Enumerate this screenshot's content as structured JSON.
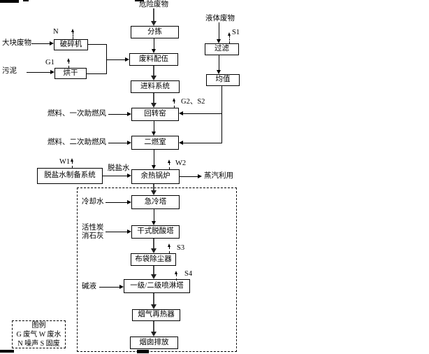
{
  "diagram": {
    "source_label": "危险废物",
    "liquid_label": "液体废物",
    "bulk_label": "大块废物",
    "sludge_label": "污泥",
    "boxes": {
      "sorting": "分拣",
      "blending": "废料配伍",
      "feeding": "进料系统",
      "rotary_kiln": "回转窑",
      "secondary_chamber": "二燃室",
      "waste_heat_boiler": "余热锅炉",
      "quench_tower": "急冷塔",
      "dry_deacid_tower": "干式脱酸塔",
      "bag_filter": "布袋除尘器",
      "spray_tower": "一级/二级喷淋塔",
      "flue_gas_reheater": "烟气再热器",
      "stack_discharge": "烟囱排放",
      "crusher": "破碎机",
      "dryer": "烘干",
      "demin_water_system": "脱盐水制备系统",
      "filter": "过滤",
      "equalization": "均值"
    },
    "inputs": {
      "fuel_primary_air": "燃料、一次助燃风",
      "fuel_secondary_air": "燃料、二次助燃风",
      "demin_water": "脱盐水",
      "cooling_water": "冷却水",
      "activated_carbon": "活性炭",
      "slaked_lime": "消石灰",
      "alkali": "碱液"
    },
    "outputs": {
      "steam_use": "蒸汽利用"
    },
    "emissions": {
      "n": "N",
      "g1": "G1",
      "s1": "S1",
      "g2s2": "G2、S2",
      "w1": "W1",
      "w2": "W2",
      "s3": "S3",
      "s4": "S4"
    },
    "legend": {
      "title": "图例",
      "line1": "G 废气 W 废水",
      "line2": "N 噪声 S 固废"
    }
  }
}
